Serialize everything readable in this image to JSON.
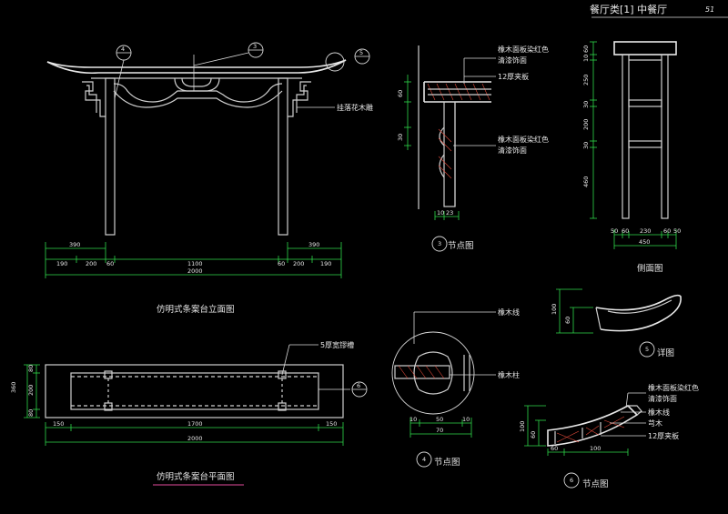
{
  "header": {
    "title": "餐厅类[1] 中餐厅",
    "page": "51"
  },
  "elevation": {
    "caption": "仿明式条案台立面图",
    "label_flower": "挂落花木雕",
    "markers": [
      "4",
      "3",
      "5"
    ],
    "dims_top": [
      "390",
      "390"
    ],
    "dims_mid": [
      "190",
      "200",
      "60",
      "1100",
      "60",
      "200",
      "190"
    ],
    "dim_total": "2000"
  },
  "plan": {
    "caption": "仿明式条案台平面图",
    "label_groove": "5厚宽镠槽",
    "marker": "6",
    "dims_left": [
      "80",
      "200",
      "80"
    ],
    "dim_left_total": "360",
    "dims_bottom": [
      "150",
      "1700",
      "150"
    ],
    "dim_total": "2000"
  },
  "detail3": {
    "label_face1": "橡木面板染红色",
    "label_face2": "清漆饰面",
    "label_ply": "12厚夹板",
    "label_face3": "橡木面板染红色",
    "label_face4": "清漆饰面",
    "dim_v1": "60",
    "dim_v2": "30",
    "dim_b1": "10",
    "dim_b2": "23",
    "marker": "3",
    "caption": "节点图"
  },
  "side": {
    "dims_v": [
      "60",
      "10",
      "250",
      "30",
      "200",
      "30",
      "460"
    ],
    "dims_h": [
      "50",
      "60",
      "230",
      "60",
      "50"
    ],
    "dim_total": "450",
    "caption": "侧面图"
  },
  "detail4": {
    "label_line": "橡木线",
    "label_post": "橡木柱",
    "dims": [
      "10",
      "50",
      "10"
    ],
    "dim_total": "70",
    "marker": "4",
    "caption": "节点图"
  },
  "detail5": {
    "dim_a": "100",
    "dim_b": "60",
    "marker": "5",
    "caption": "详图"
  },
  "detail6": {
    "label_a": "橡木面板染红色",
    "label_b": "清漆饰面",
    "label_c": "橡木线",
    "label_d": "芎木",
    "label_e": "12厚夹板",
    "dim_v1": "100",
    "dim_v2": "60",
    "dim_h1": "60",
    "dim_h2": "100",
    "marker": "6",
    "caption": "节点图"
  }
}
